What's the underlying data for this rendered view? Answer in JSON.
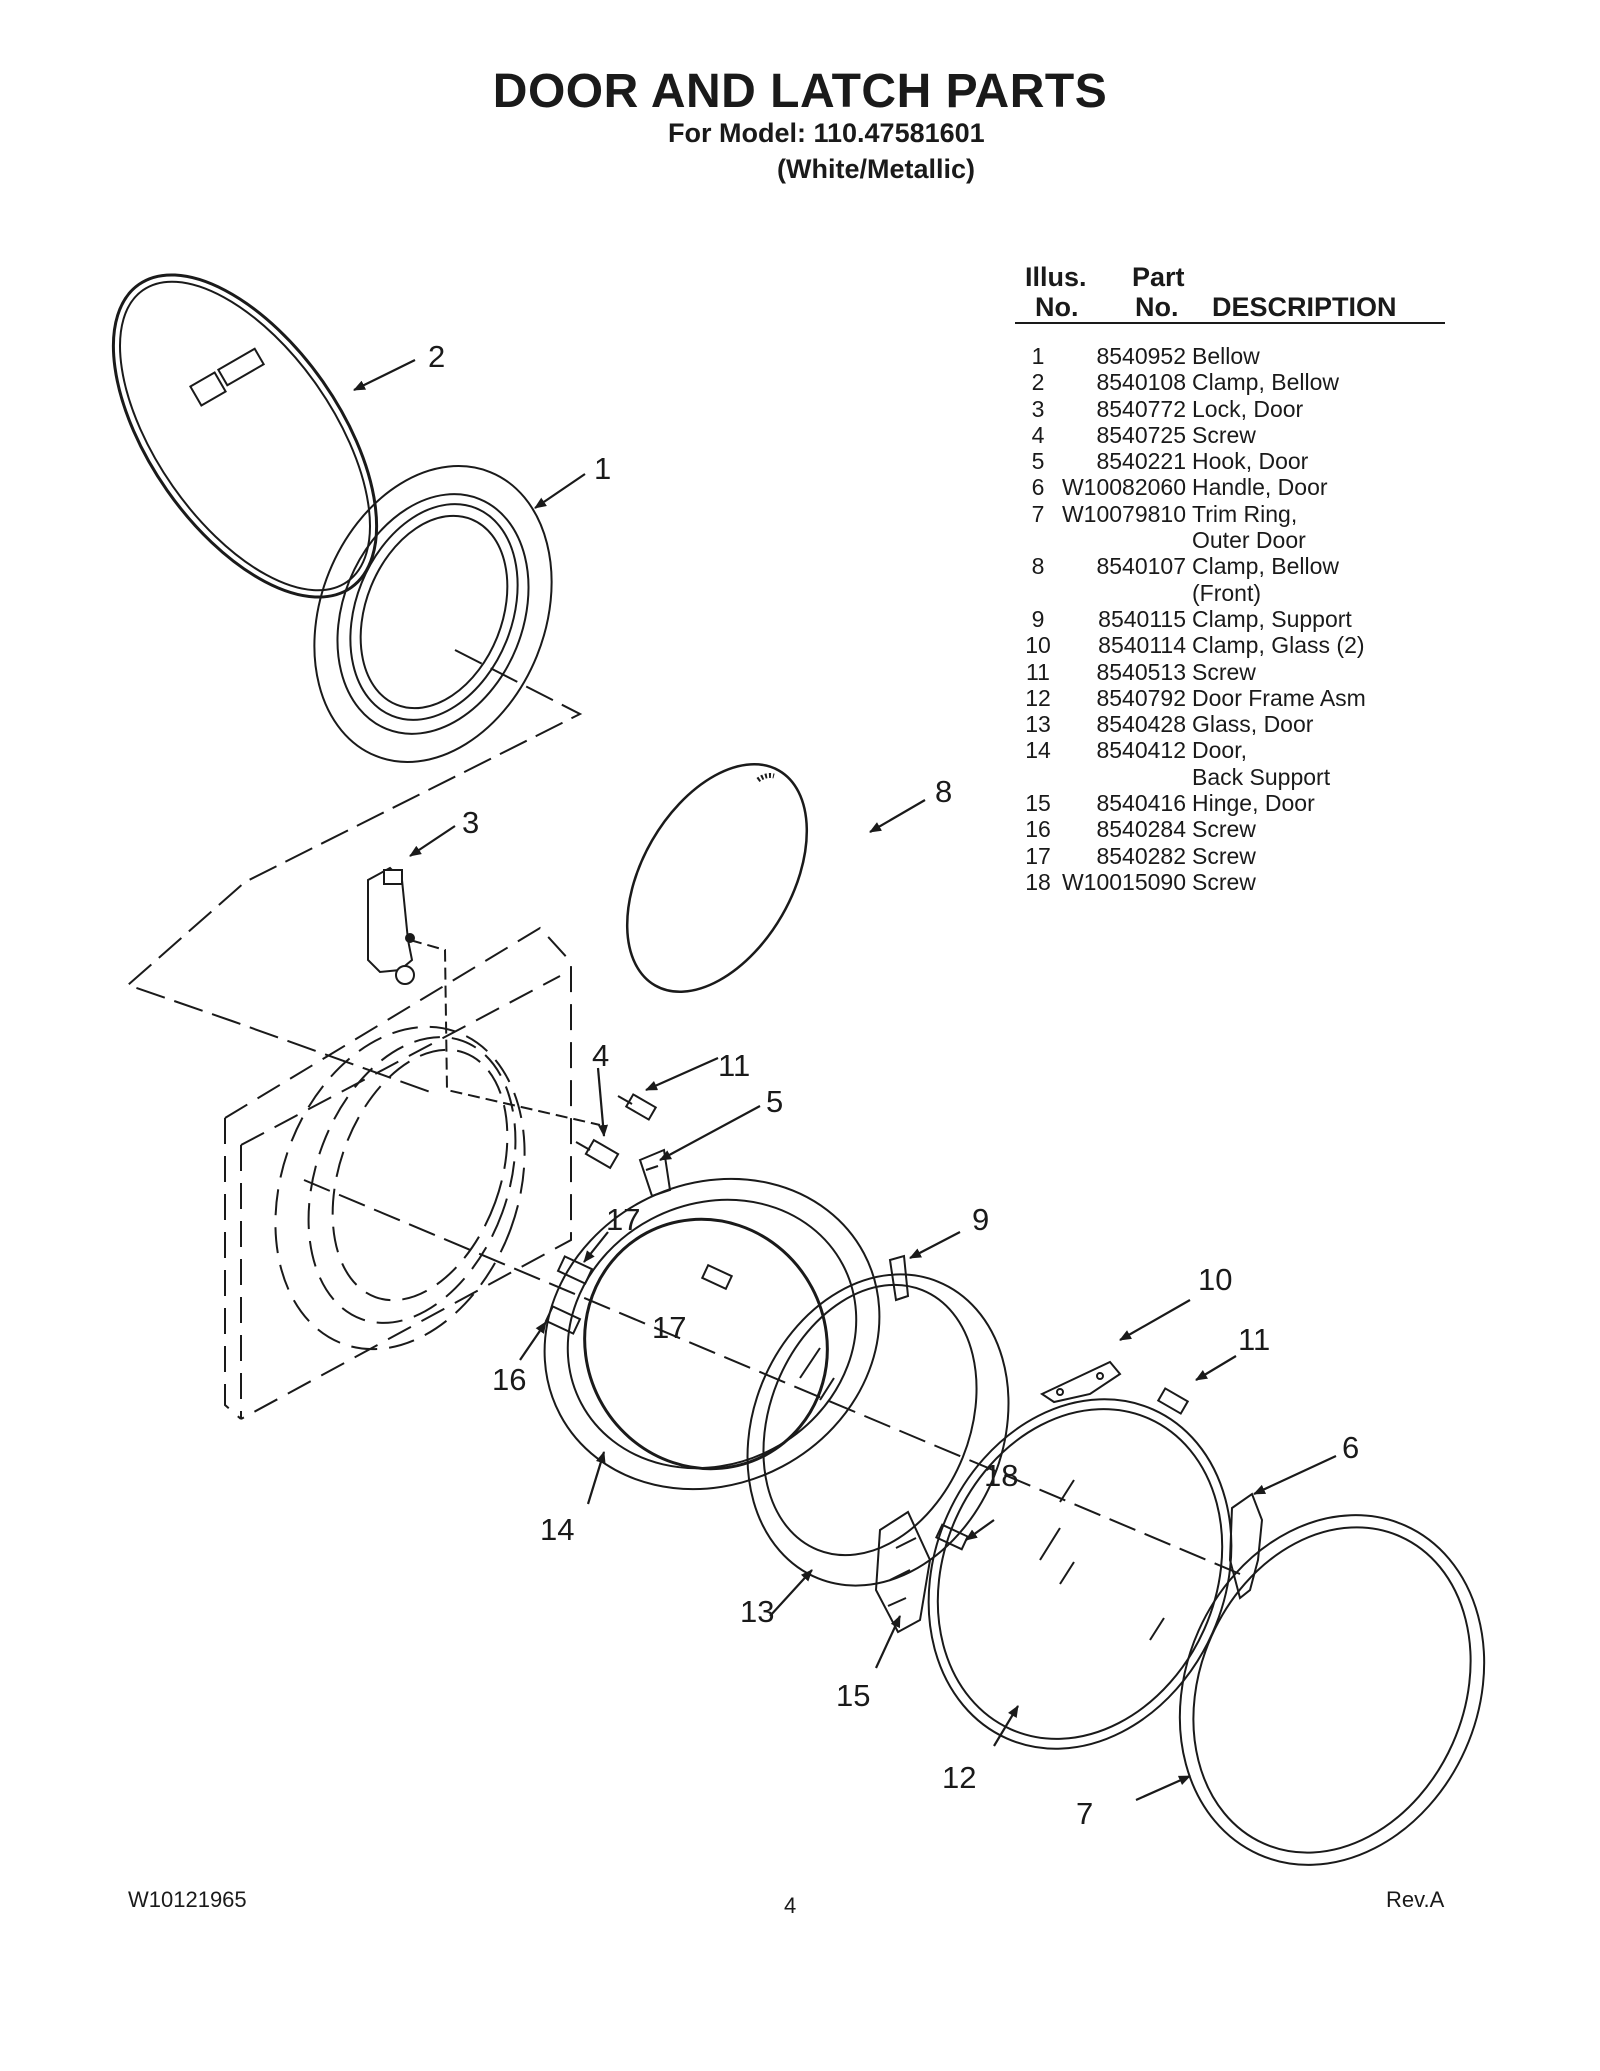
{
  "title": "DOOR AND LATCH PARTS",
  "model_line": "For Model: 110.47581601",
  "variant_line": "(White/Metallic)",
  "table": {
    "headers": {
      "illus_top": "Illus.",
      "illus_bottom": "No.",
      "part_top": "Part",
      "part_bottom": "No.",
      "description": "DESCRIPTION"
    },
    "rows": [
      {
        "no": "1",
        "part": "8540952",
        "desc": "Bellow"
      },
      {
        "no": "2",
        "part": "8540108",
        "desc": "Clamp, Bellow"
      },
      {
        "no": "3",
        "part": "8540772",
        "desc": "Lock, Door"
      },
      {
        "no": "4",
        "part": "8540725",
        "desc": "Screw"
      },
      {
        "no": "5",
        "part": "8540221",
        "desc": "Hook, Door"
      },
      {
        "no": "6",
        "part": "W10082060",
        "desc": "Handle, Door"
      },
      {
        "no": "7",
        "part": "W10079810",
        "desc": "Trim Ring,"
      },
      {
        "no": "",
        "part": "",
        "desc": "Outer Door"
      },
      {
        "no": "8",
        "part": "8540107",
        "desc": "Clamp, Bellow"
      },
      {
        "no": "",
        "part": "",
        "desc": "(Front)"
      },
      {
        "no": "9",
        "part": "8540115",
        "desc": "Clamp, Support"
      },
      {
        "no": "10",
        "part": "8540114",
        "desc": "Clamp, Glass (2)"
      },
      {
        "no": "11",
        "part": "8540513",
        "desc": "Screw"
      },
      {
        "no": "12",
        "part": "8540792",
        "desc": "Door Frame Asm"
      },
      {
        "no": "13",
        "part": "8540428",
        "desc": "Glass, Door"
      },
      {
        "no": "14",
        "part": "8540412",
        "desc": "Door,"
      },
      {
        "no": "",
        "part": "",
        "desc": "Back Support"
      },
      {
        "no": "15",
        "part": "8540416",
        "desc": "Hinge, Door"
      },
      {
        "no": "16",
        "part": "8540284",
        "desc": "Screw"
      },
      {
        "no": "17",
        "part": "8540282",
        "desc": "Screw"
      },
      {
        "no": "18",
        "part": "W10015090",
        "desc": "Screw"
      }
    ]
  },
  "callouts": {
    "c1": "1",
    "c2": "2",
    "c3": "3",
    "c4": "4",
    "c5": "5",
    "c6": "6",
    "c7": "7",
    "c8": "8",
    "c9": "9",
    "c10": "10",
    "c11a": "11",
    "c11b": "11",
    "c12": "12",
    "c13": "13",
    "c14": "14",
    "c15": "15",
    "c16": "16",
    "c17a": "17",
    "c17b": "17",
    "c18": "18"
  },
  "footer": {
    "doc_number": "W10121965",
    "page_number": "4",
    "revision": "Rev.A"
  }
}
